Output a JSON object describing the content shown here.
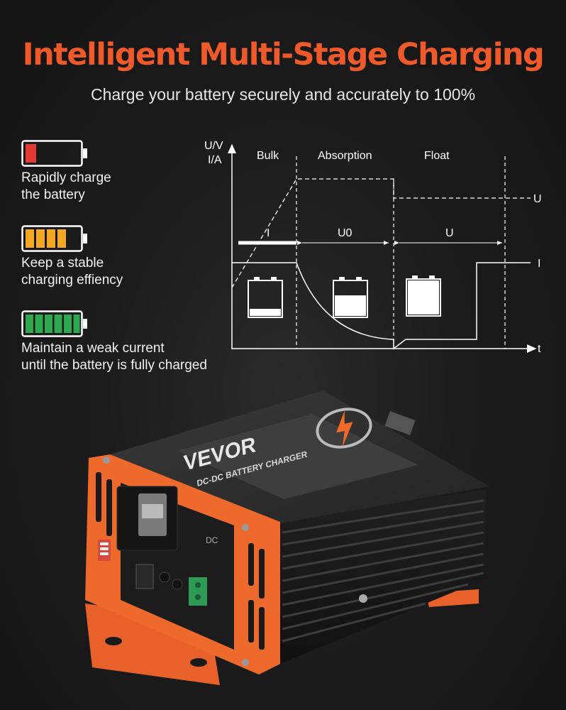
{
  "header": {
    "title": "Intelligent Multi-Stage Charging",
    "subtitle": "Charge your battery securely and accurately to 100%"
  },
  "stages": [
    {
      "line1": "Rapidly charge",
      "line2": "the battery",
      "fill_level": 0.2,
      "fill_color": "#e53935"
    },
    {
      "line1": "Keep a stable",
      "line2": "charging effiency",
      "fill_level": 0.66,
      "fill_color": "#f5a623"
    },
    {
      "line1": "Maintain a weak current",
      "line2": "until the battery is fully charged",
      "fill_level": 1.0,
      "fill_color": "#2fa84f"
    }
  ],
  "diagram": {
    "y_axis_label_1": "U/V",
    "y_axis_label_2": "I/A",
    "x_axis_label": "t",
    "phases": [
      "Bulk",
      "Absorption",
      "Float"
    ],
    "current_label_bulk": "I",
    "voltage_label_absorption": "U0",
    "voltage_label_float": "U",
    "right_label_voltage": "U",
    "right_label_current": "I",
    "battery_fill_levels": [
      0.2,
      0.6,
      1.0
    ]
  },
  "product": {
    "brand": "VEVOR",
    "model_line": "DC-DC BATTERY CHARGER",
    "port_label": "DC",
    "body_color": "#2b2b2b",
    "accent_color": "#f26a2a"
  }
}
